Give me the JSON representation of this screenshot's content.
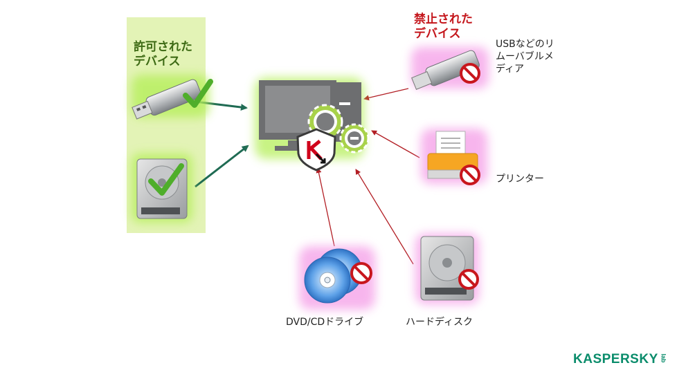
{
  "allowed": {
    "title_line1": "許可された",
    "title_line2": "デバイス"
  },
  "blocked": {
    "title_line1": "禁止された",
    "title_line2": "デバイス"
  },
  "devices": {
    "usb": {
      "label_line1": "USBなどのリ",
      "label_line2": "ムーバブルメ",
      "label_line3": "ディア"
    },
    "printer": {
      "label": "プリンター"
    },
    "disc": {
      "label": "DVD/CDドライブ"
    },
    "hdd": {
      "label": "ハードディスク"
    }
  },
  "brand": {
    "logo_text": "KASPERSKY",
    "logo_sub": "lab"
  },
  "colors": {
    "allowed_arrow": "#1f6b53",
    "blocked_arrow": "#b21e24",
    "allowed_bg": "#e3f3b6",
    "allowed_glow": "#b6ef5c",
    "blocked_glow": "#f6a9ea",
    "brand_green": "#0a8c6b"
  }
}
